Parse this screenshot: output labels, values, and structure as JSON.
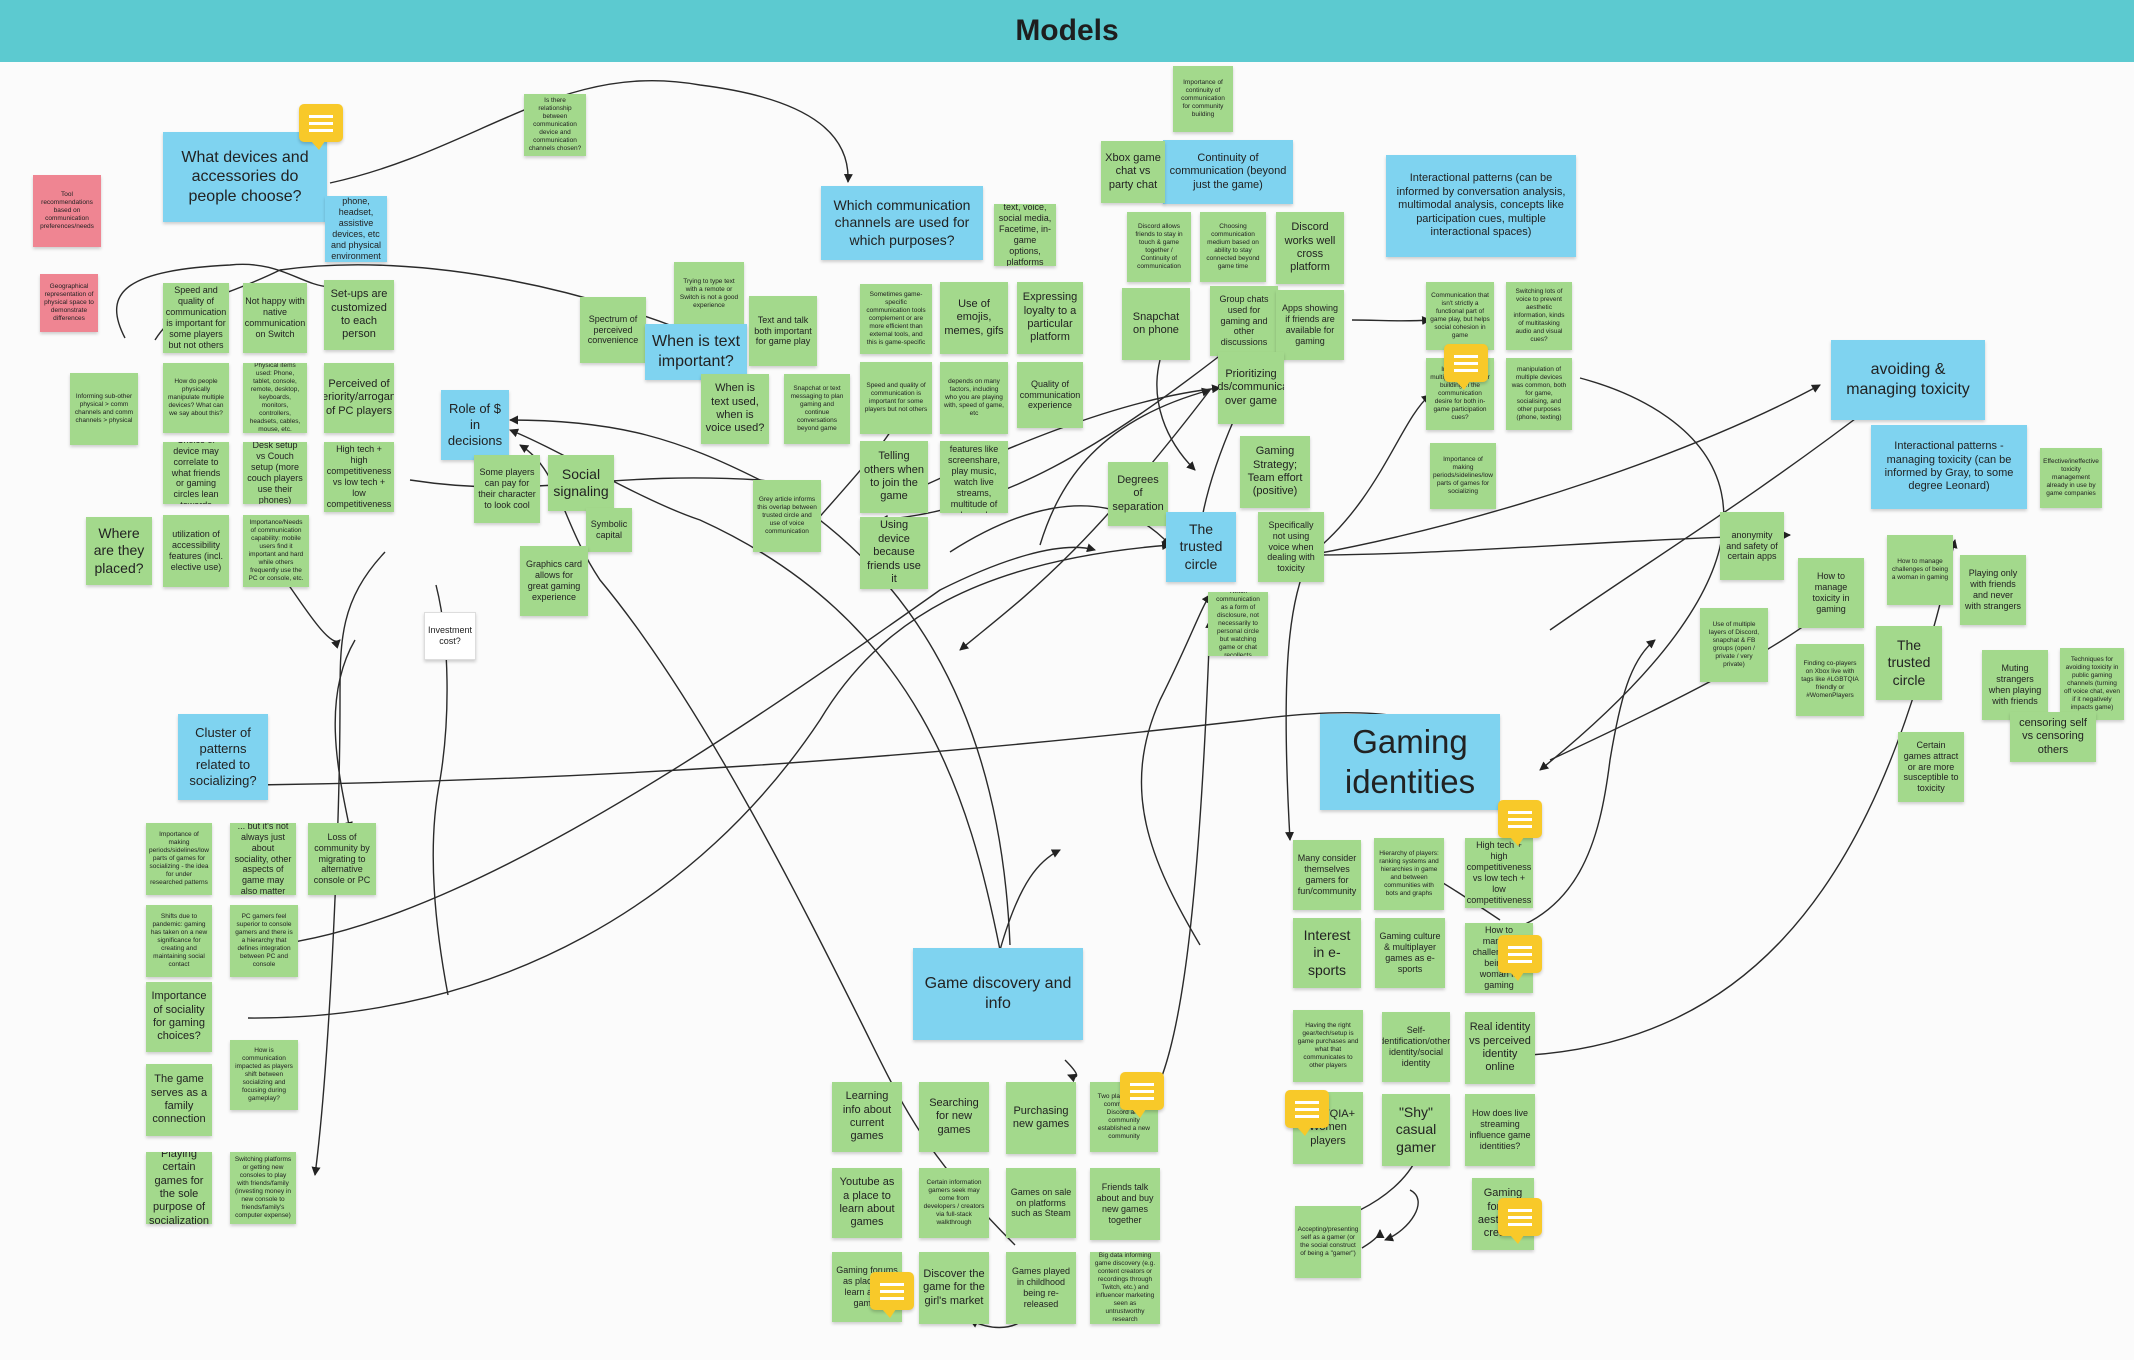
{
  "board": {
    "title": "Models"
  },
  "colors": {
    "header": "#5ccad0",
    "green_note": "#a3d98c",
    "blue_note": "#7fd3f0",
    "red_note": "#ef8592",
    "comment": "#f8c929"
  },
  "icons": {
    "comment": "comment-icon",
    "connector": "arrow-connector"
  },
  "notes": [
    {
      "text": "Models",
      "color": "header"
    },
    {
      "text": "What devices and accessories do people choose?",
      "color": "blue"
    },
    {
      "text": "phone, headset, assistive devices, etc and physical environment",
      "color": "blue"
    },
    {
      "text": "Is there relationship between communication device and communication channels chosen?",
      "color": "green"
    },
    {
      "text": "Tool recommendations based on communication preferences/needs",
      "color": "red"
    },
    {
      "text": "Geographical representation of physical space to demonstrate differences",
      "color": "red"
    },
    {
      "text": "Speed and quality of communication is important for some players but not others",
      "color": "green"
    },
    {
      "text": "Not happy with native communication on Switch",
      "color": "green"
    },
    {
      "text": "Set-ups are customized to each person",
      "color": "green"
    },
    {
      "text": "Informing sub-other physical > comm channels and comm channels > physical",
      "color": "green"
    },
    {
      "text": "How do people physically manipulate multiple devices? What can we say about this?",
      "color": "green"
    },
    {
      "text": "Physical items used: Phone, tablet, console, remote, desktop, keyboards, monitors, controllers, headsets, cables, mouse, etc.",
      "color": "green"
    },
    {
      "text": "Perceived of superiority/arrogance? of PC players",
      "color": "green"
    },
    {
      "text": "Choice of device may correlate to what friends or gaming circles lean towards",
      "color": "green"
    },
    {
      "text": "Desk setup vs Couch setup (more couch players use their phones)",
      "color": "green"
    },
    {
      "text": "High tech + high competitiveness vs low tech + low competitiveness",
      "color": "green"
    },
    {
      "text": "Where are they placed?",
      "color": "green"
    },
    {
      "text": "utilization of accessibility features (incl. elective use)",
      "color": "green"
    },
    {
      "text": "Importance/Needs of communication capability: mobile users find it important and hard while others frequently use the PC or console, etc.",
      "color": "green"
    },
    {
      "text": "Investment cost?",
      "color": "white"
    },
    {
      "text": "Spectrum of perceived convenience",
      "color": "green"
    },
    {
      "text": "Trying to type text with a remote or Switch is not a good experience",
      "color": "green"
    },
    {
      "text": "When is text important?",
      "color": "blue"
    },
    {
      "text": "Text and talk both important for game play",
      "color": "green"
    },
    {
      "text": "Role of $ in decisions",
      "color": "blue"
    },
    {
      "text": "Some players can pay for their character to look cool",
      "color": "green"
    },
    {
      "text": "Social signaling",
      "color": "green"
    },
    {
      "text": "Symbolic capital",
      "color": "green"
    },
    {
      "text": "Graphics card allows for great gaming experience",
      "color": "green"
    },
    {
      "text": "When is text used, when is voice used?",
      "color": "green"
    },
    {
      "text": "Snapchat or text messaging to plan gaming and continue conversations beyond game",
      "color": "green"
    },
    {
      "text": "Grey article informs this overlap between trusted circle and use of voice communication",
      "color": "green"
    },
    {
      "text": "Which communication channels are used for which purposes?",
      "color": "blue"
    },
    {
      "text": "text, voice, social media, Facetime, in-game options, platforms",
      "color": "green"
    },
    {
      "text": "Sometimes game-specific communication tools complement or are more efficient than external tools, and this is game-specific",
      "color": "green"
    },
    {
      "text": "Use of emojis, memes, gifs",
      "color": "green"
    },
    {
      "text": "Expressing loyalty to a particular platform",
      "color": "green"
    },
    {
      "text": "Speed and quality of communication is important for some players but not others",
      "color": "green"
    },
    {
      "text": "depends on many factors, including who you are playing with, speed of game, etc",
      "color": "green"
    },
    {
      "text": "Quality of communication experience",
      "color": "green"
    },
    {
      "text": "Telling others when to join the game",
      "color": "green"
    },
    {
      "text": "Discord features like screenshare, play music, watch live streams, multitude of channels",
      "color": "green"
    },
    {
      "text": "Using device because friends use it",
      "color": "green"
    },
    {
      "text": "Importance of continuity of communication for community building",
      "color": "green"
    },
    {
      "text": "Continuity of communication (beyond just the game)",
      "color": "blue"
    },
    {
      "text": "Xbox game chat vs party chat",
      "color": "green"
    },
    {
      "text": "Discord allows friends to stay in touch & game together / Continuity of communication",
      "color": "green"
    },
    {
      "text": "Choosing communication medium based on ability to stay connected beyond game time",
      "color": "green"
    },
    {
      "text": "Discord works well cross platform",
      "color": "green"
    },
    {
      "text": "Group chats used for gaming and other discussions",
      "color": "green"
    },
    {
      "text": "Snapchat on phone",
      "color": "green"
    },
    {
      "text": "Apps showing if friends are available for gaming",
      "color": "green"
    },
    {
      "text": "Prioritizing friends/communication over game",
      "color": "green"
    },
    {
      "text": "Gaming Strategy; Team effort (positive)",
      "color": "green"
    },
    {
      "text": "Degrees of separation",
      "color": "green"
    },
    {
      "text": "The trusted circle",
      "color": "blue"
    },
    {
      "text": "Specifically not using voice when dealing with toxicity",
      "color": "green"
    },
    {
      "text": "Twitch communication as a form of disclosure, not necessarily to personal circle but watching game or chat recollects",
      "color": "green"
    },
    {
      "text": "Interactional patterns (can be informed by conversation analysis, multimodal analysis, concepts like participation cues, multiple interactional spaces)",
      "color": "blue"
    },
    {
      "text": "Communication that isn't strictly a functional part of game play, but helps social cohesion in game",
      "color": "green"
    },
    {
      "text": "Switching lots of voice to prevent aesthetic information, kinds of multitasking audio and visual cues?",
      "color": "green"
    },
    {
      "text": "Interaction of multiple channels for building in the communication desire for both in-game participation cues?",
      "color": "green"
    },
    {
      "text": "manipulation of multiple devices was common, both for game, socialising, and other purposes (phone, texting)",
      "color": "green"
    },
    {
      "text": "Importance of making periods/sidelines/low parts of games for socializing",
      "color": "green"
    },
    {
      "text": "avoiding & managing toxicity",
      "color": "blue"
    },
    {
      "text": "Interactional patterns - managing toxicity (can be informed by Gray, to some degree Leonard)",
      "color": "blue"
    },
    {
      "text": "Effective/ineffective toxicity management already in use by game companies",
      "color": "green"
    },
    {
      "text": "anonymity and safety of certain apps",
      "color": "green"
    },
    {
      "text": "How to manage toxicity in gaming",
      "color": "green"
    },
    {
      "text": "How to manage challenges of being a woman in gaming",
      "color": "green"
    },
    {
      "text": "Playing only with friends and never with strangers",
      "color": "green"
    },
    {
      "text": "Use of multiple layers of Discord, snapchat & FB groups (open / private / very private)",
      "color": "green"
    },
    {
      "text": "Finding co-players on Xbox live with tags like #LGBTQIA friendly or #WomenPlayers",
      "color": "green"
    },
    {
      "text": "The trusted circle",
      "color": "green"
    },
    {
      "text": "Muting strangers when playing with friends",
      "color": "green"
    },
    {
      "text": "Techniques for avoiding toxicity in public gaming channels (turning off voice chat, even if it negatively impacts game)",
      "color": "green"
    },
    {
      "text": "censoring self vs censoring others",
      "color": "green"
    },
    {
      "text": "Certain games attract or are more susceptible to toxicity",
      "color": "green"
    },
    {
      "text": "Gaming identities",
      "color": "blue"
    },
    {
      "text": "Many consider themselves gamers for fun/community",
      "color": "green"
    },
    {
      "text": "Hierarchy of players: ranking systems and hierarchies in game and between communities with bots and graphs",
      "color": "green"
    },
    {
      "text": "High tech + high competitiveness vs low tech + low competitiveness",
      "color": "green"
    },
    {
      "text": "Interest in e-sports",
      "color": "green"
    },
    {
      "text": "Gaming culture & multiplayer games as e-sports",
      "color": "green"
    },
    {
      "text": "How to manage challenges of being a woman in gaming",
      "color": "green"
    },
    {
      "text": "Having the right gear/tech/setup is game purchases and what that communicates to other players",
      "color": "green"
    },
    {
      "text": "Self-identification/others identity/social identity",
      "color": "green"
    },
    {
      "text": "Real identity vs perceived identity online",
      "color": "green"
    },
    {
      "text": "LGBTQIA+ Women players",
      "color": "green"
    },
    {
      "text": "\"Shy\" casual gamer",
      "color": "green"
    },
    {
      "text": "How does live streaming influence game identities?",
      "color": "green"
    },
    {
      "text": "Gaming for the aesthetic / creative",
      "color": "green"
    },
    {
      "text": "Accepting/presenting self as a gamer (or the social construct of being a \"gamer\")",
      "color": "green"
    },
    {
      "text": "Game discovery and info",
      "color": "blue"
    },
    {
      "text": "Learning info about current games",
      "color": "green"
    },
    {
      "text": "Searching for new games",
      "color": "green"
    },
    {
      "text": "Purchasing new games",
      "color": "green"
    },
    {
      "text": "Two players found community on Discord and community established a new community",
      "color": "green"
    },
    {
      "text": "Youtube as a place to learn about games",
      "color": "green"
    },
    {
      "text": "Certain information gamers seek may come from developers / creators via full-stack walkthrough",
      "color": "green"
    },
    {
      "text": "Games on sale on platforms such as Steam",
      "color": "green"
    },
    {
      "text": "Friends talk about and buy new games together",
      "color": "green"
    },
    {
      "text": "Gaming forums as places to learn about games",
      "color": "green"
    },
    {
      "text": "Discover the game for the girl's market",
      "color": "green"
    },
    {
      "text": "Games played in childhood being re-released",
      "color": "green"
    },
    {
      "text": "Big data informing game discovery (e.g. content creators or recordings through Twitch, etc.) and influencer marketing seen as untrustworthy research",
      "color": "green"
    },
    {
      "text": "Cluster of patterns related to socializing?",
      "color": "blue"
    },
    {
      "text": "Importance of making periods/sidelines/low parts of games for socializing - the idea for under researched patterns",
      "color": "green"
    },
    {
      "text": "... but it's not always just about sociality, other aspects of game may also matter",
      "color": "green"
    },
    {
      "text": "Loss of community by migrating to alternative console or PC",
      "color": "green"
    },
    {
      "text": "Shifts due to pandemic: gaming has taken on a new significance for creating and maintaining social contact",
      "color": "green"
    },
    {
      "text": "PC gamers feel superior to console gamers and there is a hierarchy that defines integration between PC and console",
      "color": "green"
    },
    {
      "text": "Importance of sociality for gaming choices?",
      "color": "green"
    },
    {
      "text": "How is communication impacted as players shift between socializing and focusing during gameplay?",
      "color": "green"
    },
    {
      "text": "The game serves as a family connection",
      "color": "green"
    },
    {
      "text": "Playing certain games for the sole purpose of socialization",
      "color": "green"
    },
    {
      "text": "Switching platforms or getting new consoles to play with friends/family (investing money in new console to friends/family's computer expense)",
      "color": "green"
    }
  ]
}
